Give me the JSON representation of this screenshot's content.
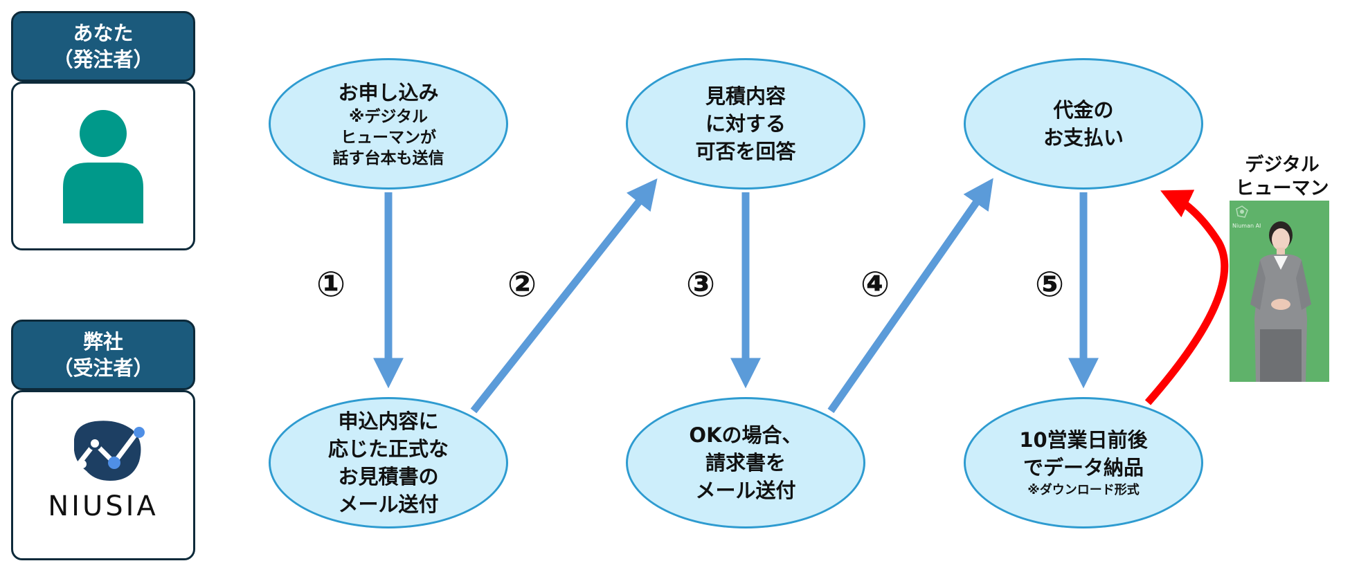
{
  "roles": {
    "client": {
      "title": "あなた",
      "subtitle": "（発注者）",
      "icon": "person-icon"
    },
    "vendor": {
      "title": "弊社",
      "subtitle": "（受注者）",
      "logo": "NIUSIA"
    }
  },
  "nodes": {
    "apply": {
      "main": "お申し込み",
      "sub": "※デジタル\nヒューマンが\n話す台本も送信"
    },
    "quote": {
      "main": "申込内容に\n応じた正式な\nお見積書の\nメール送付"
    },
    "answer": {
      "main": "見積内容\nに対する\n可否を回答"
    },
    "invoice": {
      "main": "OKの場合、\n請求書を\nメール送付"
    },
    "payment": {
      "main": "代金の\nお支払い"
    },
    "delivery": {
      "main": "10営業日前後\nでデータ納品",
      "note": "※ダウンロード形式"
    }
  },
  "steps": [
    "①",
    "②",
    "③",
    "④",
    "⑤"
  ],
  "digital_human": {
    "label": "デジタル\nヒューマン",
    "logo_text": "Niuman AI"
  },
  "colors": {
    "header": "#1b5a7c",
    "node_fill": "#cdeefb",
    "node_border": "#2e9bd0",
    "arrow": "#5b9bd9",
    "return_arrow": "#ff0000",
    "person": "#00998a"
  }
}
